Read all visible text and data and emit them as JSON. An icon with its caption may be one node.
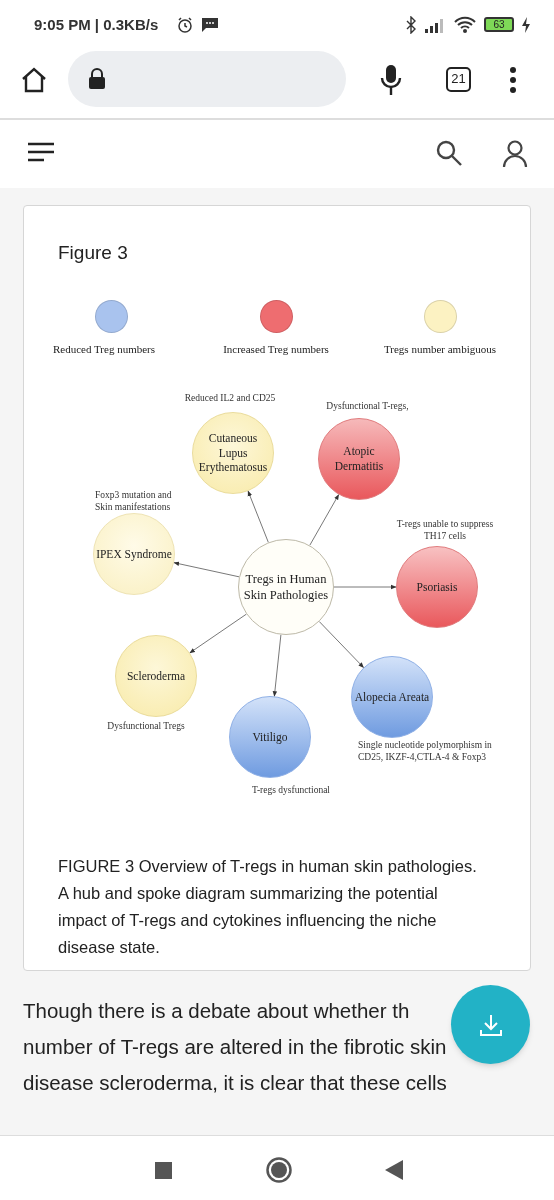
{
  "diagram": {
    "title": "Figure 3",
    "caption": "FIGURE 3 Overview of T-regs in human skin pathologies. A hub and spoke diagram summarizing the potential impact of T-regs and cytokines influencing the niche disease state.",
    "nodes": [
      {
        "text": [
          "Tregs in Human Skin Pathologies"
        ]
      },
      {
        "text": [
          "Cutaneous Lupus Erythematosus"
        ],
        "beside": [
          "Reduced IL2 and CD25"
        ]
      },
      {
        "text": [
          "Atopic Dermatitis"
        ],
        "beside": [
          "Dysfunctional T-regs,"
        ]
      },
      {
        "text": [
          "IPEX Syndrome"
        ],
        "beside": [
          "Foxp3 mutation and Skin manifestations"
        ]
      },
      {
        "text": [
          "Psoriasis"
        ],
        "beside": [
          "T-regs unable to suppress TH17 cells"
        ]
      },
      {
        "text": [
          "Scleroderma"
        ],
        "beside": [
          "Dysfunctional Tregs"
        ]
      },
      {
        "text": [
          "Vitiligo"
        ],
        "beside": [
          "T-regs dysfunctional"
        ]
      },
      {
        "text": [
          "Alopecia Areata"
        ],
        "beside": [
          "Single nucleotide polymorphism in CD25, IKZF-4,CTLA-4 & Foxp3"
        ]
      }
    ],
    "edges": [
      {
        "from": 0,
        "to": 1,
        "arrow": "to"
      },
      {
        "from": 0,
        "to": 2,
        "arrow": "to"
      },
      {
        "from": 0,
        "to": 3,
        "arrow": "to"
      },
      {
        "from": 0,
        "to": 4,
        "arrow": "to"
      },
      {
        "from": 0,
        "to": 5,
        "arrow": "to"
      },
      {
        "from": 0,
        "to": 6,
        "arrow": "to"
      },
      {
        "from": 0,
        "to": 7,
        "arrow": "to"
      }
    ],
    "labels": [
      "9:05 PM | 0.3KB/s",
      "63",
      "21",
      "Though there is a debate about whether th",
      "number of T-regs are altered in the fibrotic skin",
      "disease scleroderma, it is clear that these cells"
    ],
    "legend": [
      {
        "text": "Reduced Treg numbers",
        "color": "#a9c3ee"
      },
      {
        "text": "Increased Treg numbers",
        "color": "#ee6d70"
      },
      {
        "text": "Tregs number ambiguous",
        "color": "#fcf2c2"
      }
    ]
  }
}
